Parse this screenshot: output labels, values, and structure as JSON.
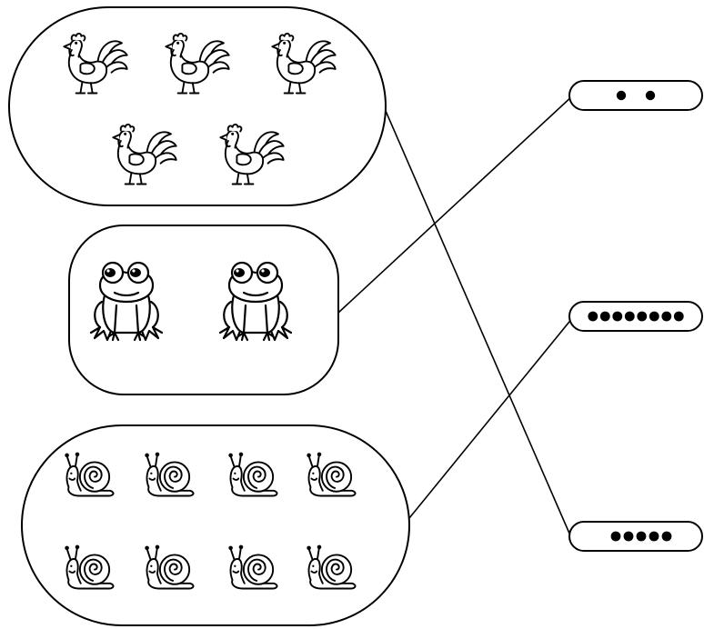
{
  "groups": [
    {
      "animal": "rooster",
      "icon": "rooster-icon",
      "count": 5,
      "rows": [
        3,
        2
      ],
      "matched_dots": 5
    },
    {
      "animal": "frog",
      "icon": "frog-icon",
      "count": 2,
      "rows": [
        2
      ],
      "matched_dots": 2
    },
    {
      "animal": "snail",
      "icon": "snail-icon",
      "count": 8,
      "rows": [
        4,
        4
      ],
      "matched_dots": 8
    }
  ],
  "dot_cards": [
    {
      "dots": 2
    },
    {
      "dots": 8
    },
    {
      "dots": 5
    }
  ],
  "colors": {
    "ink": "#000000",
    "paper": "#ffffff"
  }
}
